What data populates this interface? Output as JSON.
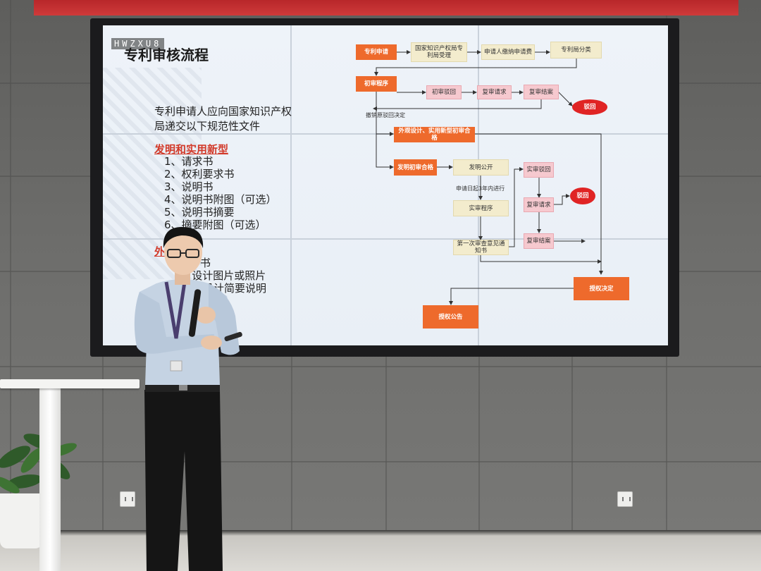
{
  "watermark": "HWZXU8",
  "slide": {
    "title": "专利审核流程",
    "intro": "专利申请人应向国家知识产权局递交以下规范性文件",
    "sections": [
      {
        "heading": "发明和实用新型",
        "items": [
          "1、请求书",
          "2、权利要求书",
          "3、说明书",
          "4、说明书附图（可选）",
          "5、说明书摘要",
          "6、摘要附图（可选）"
        ]
      },
      {
        "heading": "外",
        "items": [
          "书",
          "2 设计图片或照片",
          "设计简要说明"
        ]
      }
    ]
  },
  "flowchart": {
    "nodes": {
      "apply": "专利申请",
      "accept": "国家知识产权局专利局受理",
      "fee": "申请人缴纳申请费",
      "classify": "专利局分类",
      "preliminary": "初审程序",
      "prelim_reject": "初审驳回",
      "review_request": "复审请求",
      "review_close": "复审结案",
      "reject": "驳回",
      "design_pass": "外观设计、实用新型初审合格",
      "invention_pass": "发明初审合格",
      "publish": "发明公开",
      "substantive": "实审程序",
      "first_notice": "第一次审查意见通知书",
      "sub_reject": "实审驳回",
      "sub_review_request": "复审请求",
      "sub_review_close": "复审结案",
      "sub_reject_final": "驳回",
      "grant": "授权决定",
      "announce": "授权公告"
    },
    "notes": {
      "revoke": "撤销原驳回决定",
      "three_years": "申请日起3年内进行"
    }
  },
  "colors": {
    "node_orange": "#ee6a2c",
    "node_beige": "#f3eccd",
    "node_pink": "#f6c9cf",
    "node_red": "#e02424",
    "section_heading": "#d23a2a",
    "banner": "#cf3a3a"
  }
}
